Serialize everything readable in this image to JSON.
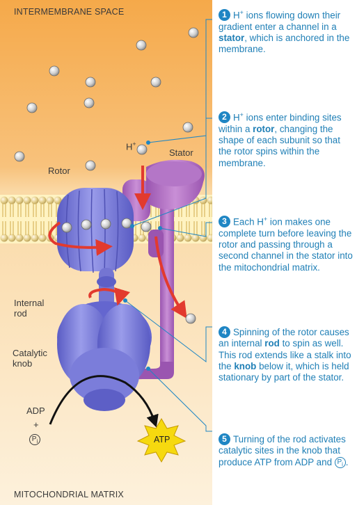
{
  "regions": {
    "intermembrane": "INTERMEMBRANE SPACE",
    "matrix": "MITOCHONDRIAL MATRIX"
  },
  "labels": {
    "h_ion": "H",
    "h_ion_sup": "+",
    "stator": "Stator",
    "rotor": "Rotor",
    "internal_rod_1": "Internal",
    "internal_rod_2": "rod",
    "catalytic_knob_1": "Catalytic",
    "catalytic_knob_2": "knob",
    "adp": "ADP",
    "plus": "+",
    "pi": "P",
    "pi_sub": "i",
    "atp": "ATP"
  },
  "steps": [
    {
      "num": "1",
      "pre": "H",
      "sup": "+",
      "a": " ions flowing down their gradient enter a channel in a ",
      "bold": "stator",
      "b": ", which is anchored in the membrane."
    },
    {
      "num": "2",
      "pre": "H",
      "sup": "+",
      "a": " ions enter binding sites within a ",
      "bold": "rotor",
      "b": ", changing the shape of each subunit so that the rotor spins within the membrane."
    },
    {
      "num": "3",
      "pre": "Each H",
      "sup": "+",
      "a": " ion makes one complete turn before leaving the rotor and passing through a second channel in the stator into the mitochondrial matrix.",
      "bold": "",
      "b": ""
    },
    {
      "num": "4",
      "pre": "Spinning of the rotor causes an internal ",
      "sup": "",
      "bold": "rod",
      "a": " to spin as well. This rod extends like a stalk into the ",
      "bold2": "knob",
      "b": " below it, which is held stationary by part of the stator."
    },
    {
      "num": "5",
      "pre": "Turning of the rod activates catalytic sites in the knob that produce ATP from ADP and ",
      "sup": "",
      "pi": "P",
      "pi_sub": "i",
      "end": "."
    }
  ],
  "colors": {
    "intermembrane": "#f3a74d",
    "matrix": "#fbe8c4",
    "stator": "#b06cc0",
    "rotor": "#7d80d9",
    "callout": "#1f86c4",
    "arrow": "#e23a2e"
  }
}
